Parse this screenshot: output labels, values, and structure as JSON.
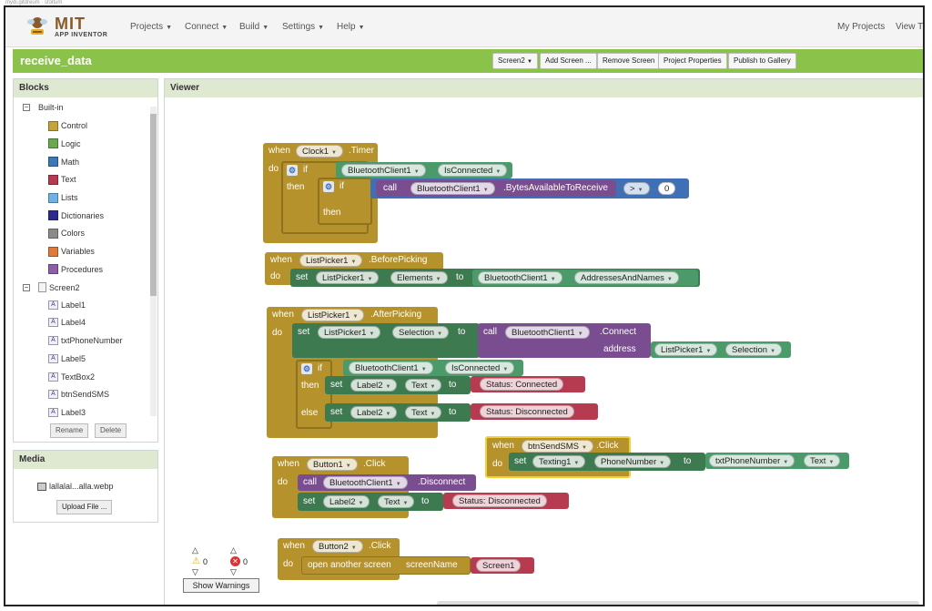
{
  "top_strip": "mydi.gitdreum  ·  stoltum",
  "app": {
    "logo_main": "MIT",
    "logo_sub": "APP INVENTOR"
  },
  "menu": {
    "projects": "Projects",
    "connect": "Connect",
    "build": "Build",
    "settings": "Settings",
    "help": "Help",
    "my_projects": "My Projects",
    "view_trash": "View Tra"
  },
  "project": {
    "name": "receive_data"
  },
  "toolbar": {
    "screen": "Screen2",
    "add_screen": "Add Screen ...",
    "remove_screen": "Remove Screen",
    "project_properties": "Project Properties",
    "publish": "Publish to Gallery"
  },
  "blocks_panel": {
    "title": "Blocks",
    "builtin": "Built-in",
    "builtins": [
      {
        "label": "Control",
        "color": "#c4a33a"
      },
      {
        "label": "Logic",
        "color": "#6aa84f"
      },
      {
        "label": "Math",
        "color": "#3c78b5"
      },
      {
        "label": "Text",
        "color": "#b63a50"
      },
      {
        "label": "Lists",
        "color": "#6fb2e3"
      },
      {
        "label": "Dictionaries",
        "color": "#2d2a8f"
      },
      {
        "label": "Colors",
        "color": "#8a8a8a"
      },
      {
        "label": "Variables",
        "color": "#e07a3a"
      },
      {
        "label": "Procedures",
        "color": "#8e5fa8"
      }
    ],
    "screen": "Screen2",
    "components": [
      "Label1",
      "Label4",
      "txtPhoneNumber",
      "Label5",
      "TextBox2",
      "btnSendSMS",
      "Label3"
    ],
    "rename": "Rename",
    "delete": "Delete"
  },
  "media_panel": {
    "title": "Media",
    "file": "lallalal...alla.webp",
    "upload": "Upload File ..."
  },
  "viewer": {
    "title": "Viewer"
  },
  "blocks": {
    "when": "when",
    "do": "do",
    "if": "if",
    "then": "then",
    "else": "else",
    "set": "set",
    "to": "to",
    "call": "call",
    "clock1": "Clock1",
    "timer": ".Timer",
    "bt": "BluetoothClient1",
    "is_connected": "IsConnected",
    "bytes_available": ".BytesAvailableToReceive",
    "gt": ">",
    "zero": "0",
    "listpicker1": "ListPicker1",
    "before_picking": ".BeforePicking",
    "elements": "Elements",
    "addresses_and_names": "AddressesAndNames",
    "after_picking": ".AfterPicking",
    "selection": "Selection",
    "connect": ".Connect",
    "address": "address",
    "label2": "Label2",
    "text": "Text",
    "status_connected": "Status: Connected",
    "status_disconnected": "Status: Disconnected",
    "btn_send_sms": "btnSendSMS",
    "click": ".Click",
    "texting1": "Texting1",
    "phone_number": "PhoneNumber",
    "txt_phone_number": "txtPhoneNumber",
    "button1": "Button1",
    "disconnect": ".Disconnect",
    "button2": "Button2",
    "open_another_screen": "open another screen",
    "screen_name": "screenName",
    "screen1": "Screen1"
  },
  "warnings": {
    "warn_count": "0",
    "error_count": "0",
    "show_warnings": "Show Warnings"
  }
}
